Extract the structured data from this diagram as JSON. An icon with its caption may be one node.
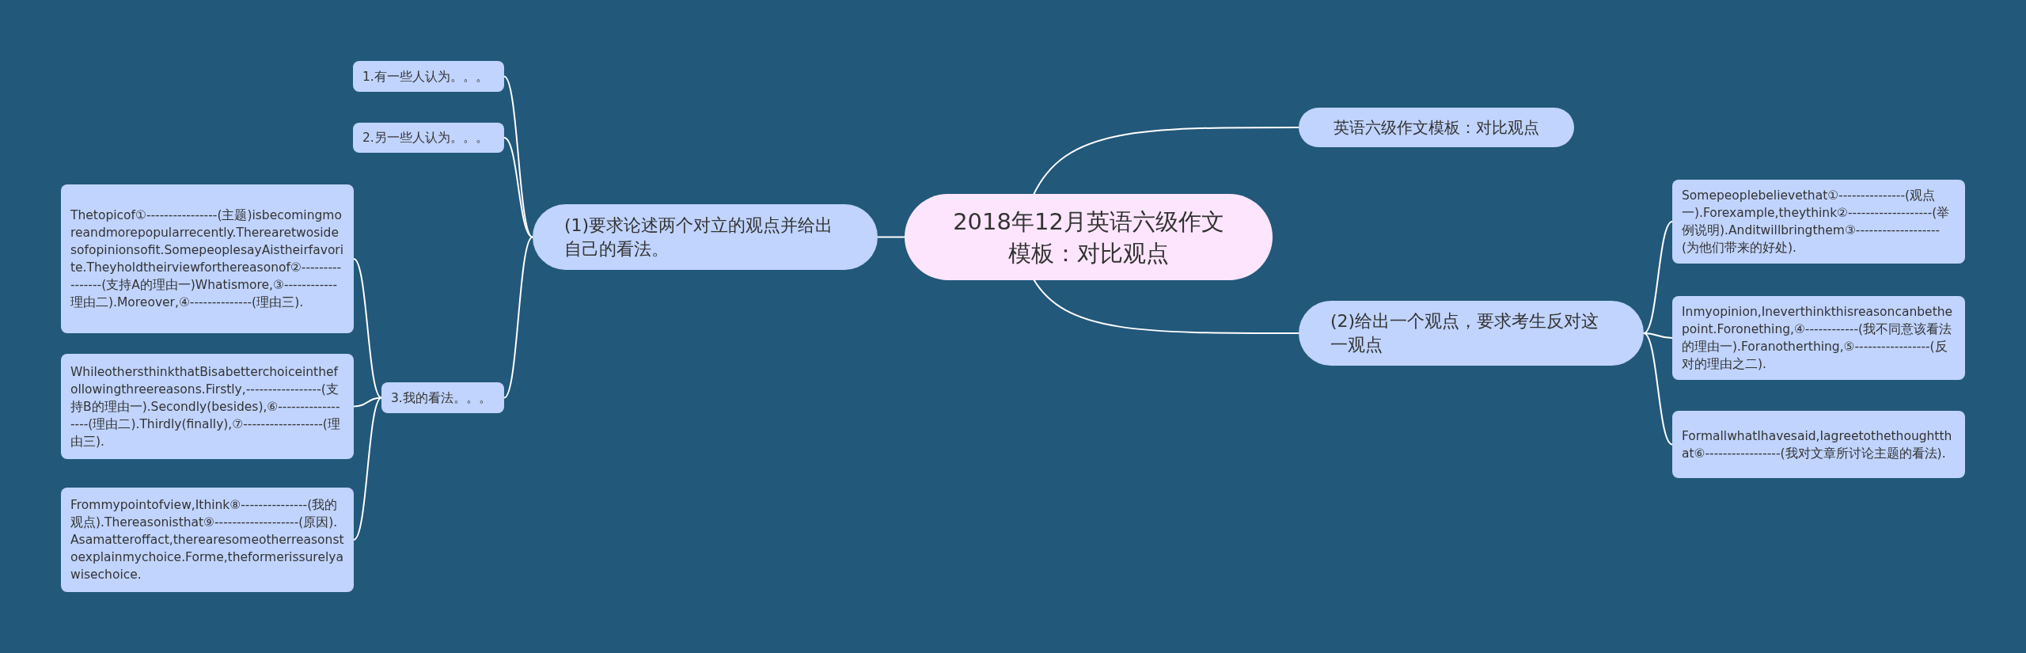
{
  "diagram": {
    "nodes": [
      {
        "text": [
          "2018年12月英语六级作文模板：对比观点"
        ]
      },
      {
        "text": [
          "(1)要求论述两个对立的观点并给出自己的看法。"
        ]
      },
      {
        "text": [
          "1.有一些人认为。。。"
        ]
      },
      {
        "text": [
          "2.另一些人认为。。。"
        ]
      },
      {
        "text": [
          "3.我的看法。。。"
        ]
      },
      {
        "text": [
          "Thetopicof①----------------(主题)isbecomingmoreandmorepopularrecently.Therearetwosidesofopinionsofit.SomepeoplesayAistheirfavorite.Theyholdtheirviewforthereasonof②----------------(支持A的理由一)Whatismore,③------------理由二).Moreover,④--------------(理由三)."
        ]
      },
      {
        "text": [
          "WhileothersthinkthatBisabetterchoiceinthefollowingthreereasons.Firstly,-----------------(支持B的理由一).Secondly(besides),⑥------------------(理由二).Thirdly(finally),⑦------------------(理由三)."
        ]
      },
      {
        "text": [
          "Frommypointofview,Ithink⑧---------------(我的观点).Thereasonisthat⑨-------------------(原因).Asamatteroffact,therearesomeotherreasonstoexplainmychoice.Forme,theformerissurelyawisechoice."
        ]
      },
      {
        "text": [
          "英语六级作文模板：对比观点"
        ]
      },
      {
        "text": [
          "(2)给出一个观点，要求考生反对这一观点"
        ]
      },
      {
        "text": [
          "Somepeoplebelievethat①---------------(观点一).Forexample,theythink②-------------------(举例说明).Anditwillbringthem③-------------------(为他们带来的好处)."
        ]
      },
      {
        "text": [
          "Inmyopinion,Ineverthinkthisreasoncanbethepoint.Foronething,④------------(我不同意该看法的理由一).Foranotherthing,⑤-----------------(反对的理由之二)."
        ]
      },
      {
        "text": [
          "FormallwhatIhavesaid,Iagreetothethoughtthat⑥-----------------(我对文章所讨论主题的看法)."
        ]
      }
    ],
    "edges": [
      {
        "from": 0,
        "to": 1,
        "arrow": "none"
      },
      {
        "from": 1,
        "to": 2,
        "arrow": "none"
      },
      {
        "from": 1,
        "to": 3,
        "arrow": "none"
      },
      {
        "from": 1,
        "to": 4,
        "arrow": "none"
      },
      {
        "from": 4,
        "to": 5,
        "arrow": "none"
      },
      {
        "from": 4,
        "to": 6,
        "arrow": "none"
      },
      {
        "from": 4,
        "to": 7,
        "arrow": "none"
      },
      {
        "from": 0,
        "to": 8,
        "arrow": "none"
      },
      {
        "from": 0,
        "to": 9,
        "arrow": "none"
      },
      {
        "from": 9,
        "to": 10,
        "arrow": "none"
      },
      {
        "from": 9,
        "to": 11,
        "arrow": "none"
      },
      {
        "from": 9,
        "to": 12,
        "arrow": "none"
      }
    ]
  }
}
